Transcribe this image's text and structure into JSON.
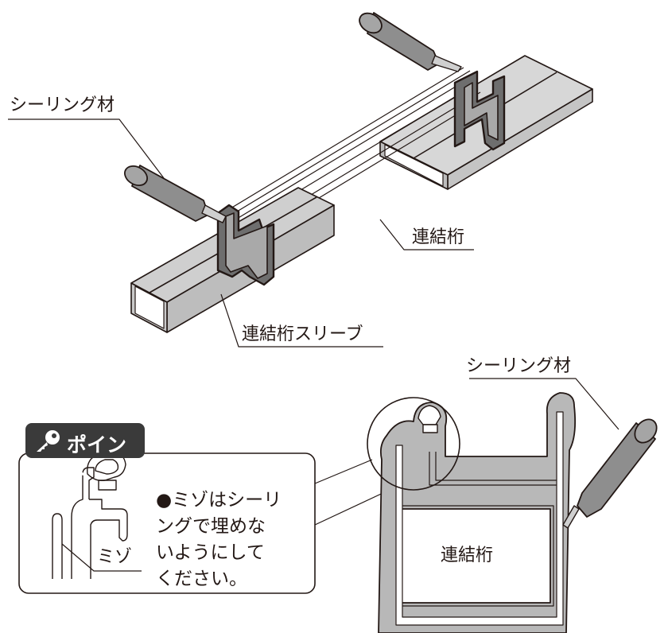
{
  "labels": {
    "sealant_top": "シーリング材",
    "connecting_girder": "連結桁",
    "girder_sleeve": "連結桁スリーブ",
    "sealant_detail": "シーリング材",
    "connecting_girder_detail": "連結桁",
    "groove": "ミゾ"
  },
  "point_box": {
    "badge": "ポイント",
    "note": "●ミゾはシーリ\nングで埋めな\nいようにして\nください。"
  },
  "colors": {
    "fill_gray": "#b5b5b5",
    "dark_gray": "#6e6e6e",
    "line": "#231815"
  }
}
